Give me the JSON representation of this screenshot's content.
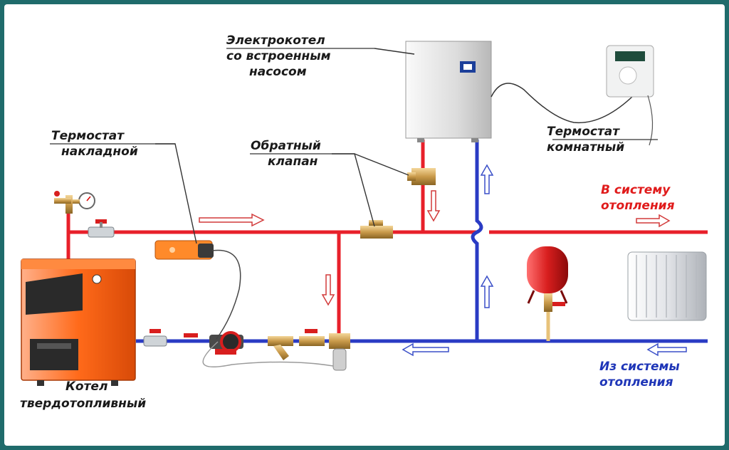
{
  "labels": {
    "electric_boiler": [
      "Электрокотел",
      "со встроенным",
      "насосом"
    ],
    "clamp_thermostat": [
      "Термостат",
      "накладной"
    ],
    "check_valve": [
      "Обратный",
      "клапан"
    ],
    "room_thermostat": [
      "Термостат",
      "комнатный"
    ],
    "to_system": [
      "В систему",
      "отопления"
    ],
    "from_system": [
      "Из системы",
      "отопления"
    ],
    "solid_boiler": [
      "Котел",
      "твердотопливный"
    ]
  },
  "colors": {
    "supply_pipe": "#e8202a",
    "return_pipe": "#2a3bc4",
    "boiler_body": "#ff6a1a",
    "expansion_tank": "#d81e1e",
    "frame": "#1f6b6b"
  }
}
